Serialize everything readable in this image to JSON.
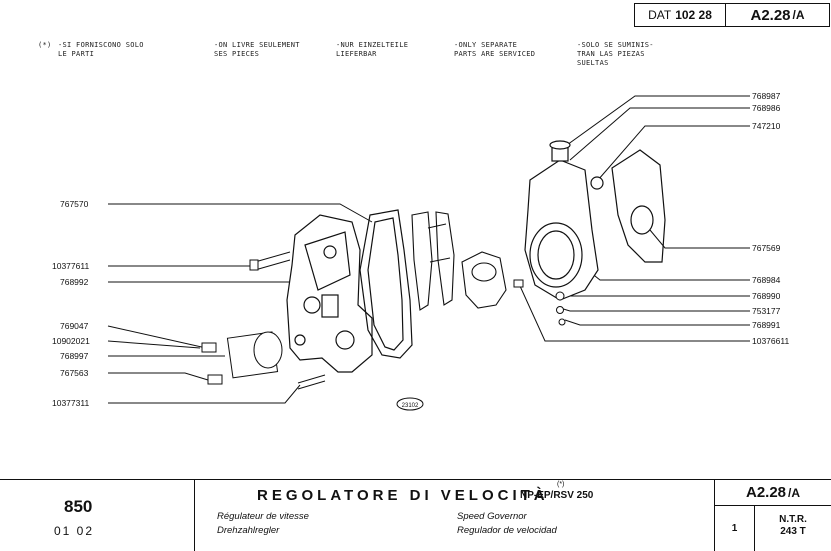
{
  "header": {
    "dat_prefix": "DAT",
    "dat_number": "102 28",
    "code_main": "A2.28",
    "code_suffix": "/A"
  },
  "notes": [
    {
      "marker": "(*)",
      "text": "-SI FORNISCONO SOLO\n LE PARTI"
    },
    {
      "text": "-ON LIVRE SEULEMENT\n SES PIECES"
    },
    {
      "text": "-NUR EINZELTEILE\n LIEFERBAR"
    },
    {
      "text": "-ONLY SEPARATE\n PARTS ARE SERVICED"
    },
    {
      "text": "-SOLO SE SUMINIS-\n TRAN LAS PIEZAS\n SUELTAS"
    }
  ],
  "part_refs_left": [
    "767570",
    "10377611",
    "768992",
    "769047",
    "10902021",
    "768997",
    "767563",
    "10377311"
  ],
  "part_refs_right": [
    "768987",
    "768986",
    "747210",
    "767569",
    "768984",
    "768990",
    "753177",
    "768991",
    "10376611"
  ],
  "drawing_id": "23102",
  "footer": {
    "model": "850",
    "date": "01 02",
    "title": "REGOLATORE DI VELOCITÀ",
    "title_suffix": "NP-EP/RSV 250",
    "title_star": "(*)",
    "subtitles": {
      "fr": "Régulateur de vitesse",
      "de": "Drehzahlregler",
      "en": "Speed Governor",
      "es": "Regulador de velocidad"
    },
    "code_main": "A2.28",
    "code_suffix": "/A",
    "sheet": "1",
    "ntr_line1": "N.T.R.",
    "ntr_line2": "243 T"
  }
}
